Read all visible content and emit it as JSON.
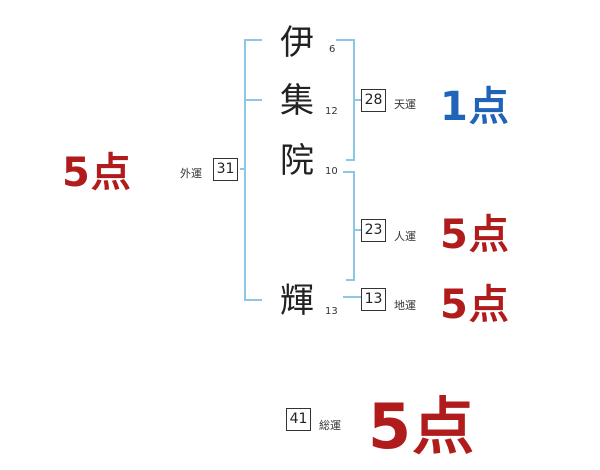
{
  "name": {
    "chars": [
      {
        "char": "伊",
        "strokes": "6"
      },
      {
        "char": "集",
        "strokes": "12"
      },
      {
        "char": "院",
        "strokes": "10"
      },
      {
        "char": "輝",
        "strokes": "13"
      }
    ]
  },
  "fortunes": {
    "gaikaku": {
      "label": "外運",
      "value": "31",
      "score": "5点"
    },
    "tenkaku": {
      "label": "天運",
      "value": "28",
      "score": "1点"
    },
    "jinkaku": {
      "label": "人運",
      "value": "23",
      "score": "5点"
    },
    "chikaku": {
      "label": "地運",
      "value": "13",
      "score": "5点"
    },
    "soukaku": {
      "label": "総運",
      "value": "41",
      "score": "5点"
    }
  },
  "colors": {
    "good": "#b01c1c",
    "bad": "#1f64b8",
    "bracket": "#8ec7e6"
  }
}
